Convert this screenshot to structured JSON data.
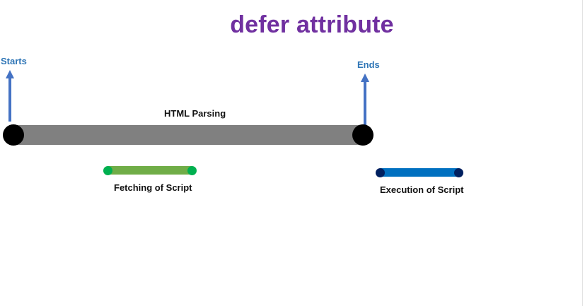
{
  "title": "defer attribute",
  "markers": {
    "start_label": "Starts",
    "end_label": "Ends"
  },
  "timeline": {
    "label": "HTML Parsing",
    "bar_color": "#808080"
  },
  "fetch": {
    "label": "Fetching of Script",
    "bar_color": "#70ad47",
    "cap_color": "#00b050"
  },
  "execute": {
    "label": "Execution of Script",
    "bar_color": "#0070c0",
    "cap_color": "#002060"
  },
  "colors": {
    "title": "#7030a0",
    "marker_label": "#2e75b6",
    "arrow": "#4472c4",
    "endpoint": "#000000"
  }
}
